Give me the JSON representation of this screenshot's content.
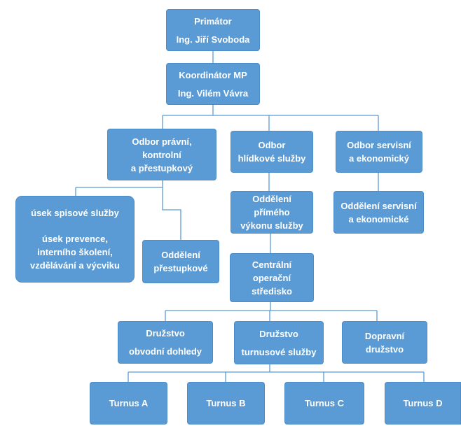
{
  "nodes": {
    "primator": {
      "lines": [
        "Primátor",
        "Ing. Jiří Svoboda"
      ]
    },
    "koordinator": {
      "lines": [
        "Koordinátor MP",
        "Ing. Vilém Vávra"
      ]
    },
    "odbor_pravni": {
      "lines": [
        "Odbor právní,",
        "kontrolní",
        "a přestupkový"
      ]
    },
    "odbor_hlidkove": {
      "lines": [
        "Odbor",
        "hlídkové služby"
      ]
    },
    "odbor_servisni": {
      "lines": [
        "Odbor servisní",
        "a ekonomický"
      ]
    },
    "usek": {
      "lines": [
        "úsek spisové služby",
        "úsek prevence,",
        "interního školení,",
        "vzdělávání a výcviku"
      ]
    },
    "oddeleni_prestupkove": {
      "lines": [
        "Oddělení",
        "přestupkové"
      ]
    },
    "oddeleni_primeho": {
      "lines": [
        "Oddělení",
        "přímého",
        "výkonu služby"
      ]
    },
    "oddeleni_servisni": {
      "lines": [
        "Oddělení servisní",
        "a ekonomické"
      ]
    },
    "centralni": {
      "lines": [
        "Centrální",
        "operační",
        "středisko"
      ]
    },
    "druzstvo_obvodni": {
      "lines": [
        "Družstvo",
        "obvodní dohledy"
      ]
    },
    "druzstvo_turnusove": {
      "lines": [
        "Družstvo",
        "turnusové služby"
      ]
    },
    "dopravni": {
      "lines": [
        "Dopravní",
        "družstvo"
      ]
    },
    "turnus_a": {
      "lines": [
        "Turnus A"
      ]
    },
    "turnus_b": {
      "lines": [
        "Turnus B"
      ]
    },
    "turnus_c": {
      "lines": [
        "Turnus C"
      ]
    },
    "turnus_d": {
      "lines": [
        "Turnus D"
      ]
    }
  },
  "colors": {
    "box_fill": "#5b9bd5",
    "box_text": "#ffffff",
    "connector": "#5b9bd5"
  }
}
